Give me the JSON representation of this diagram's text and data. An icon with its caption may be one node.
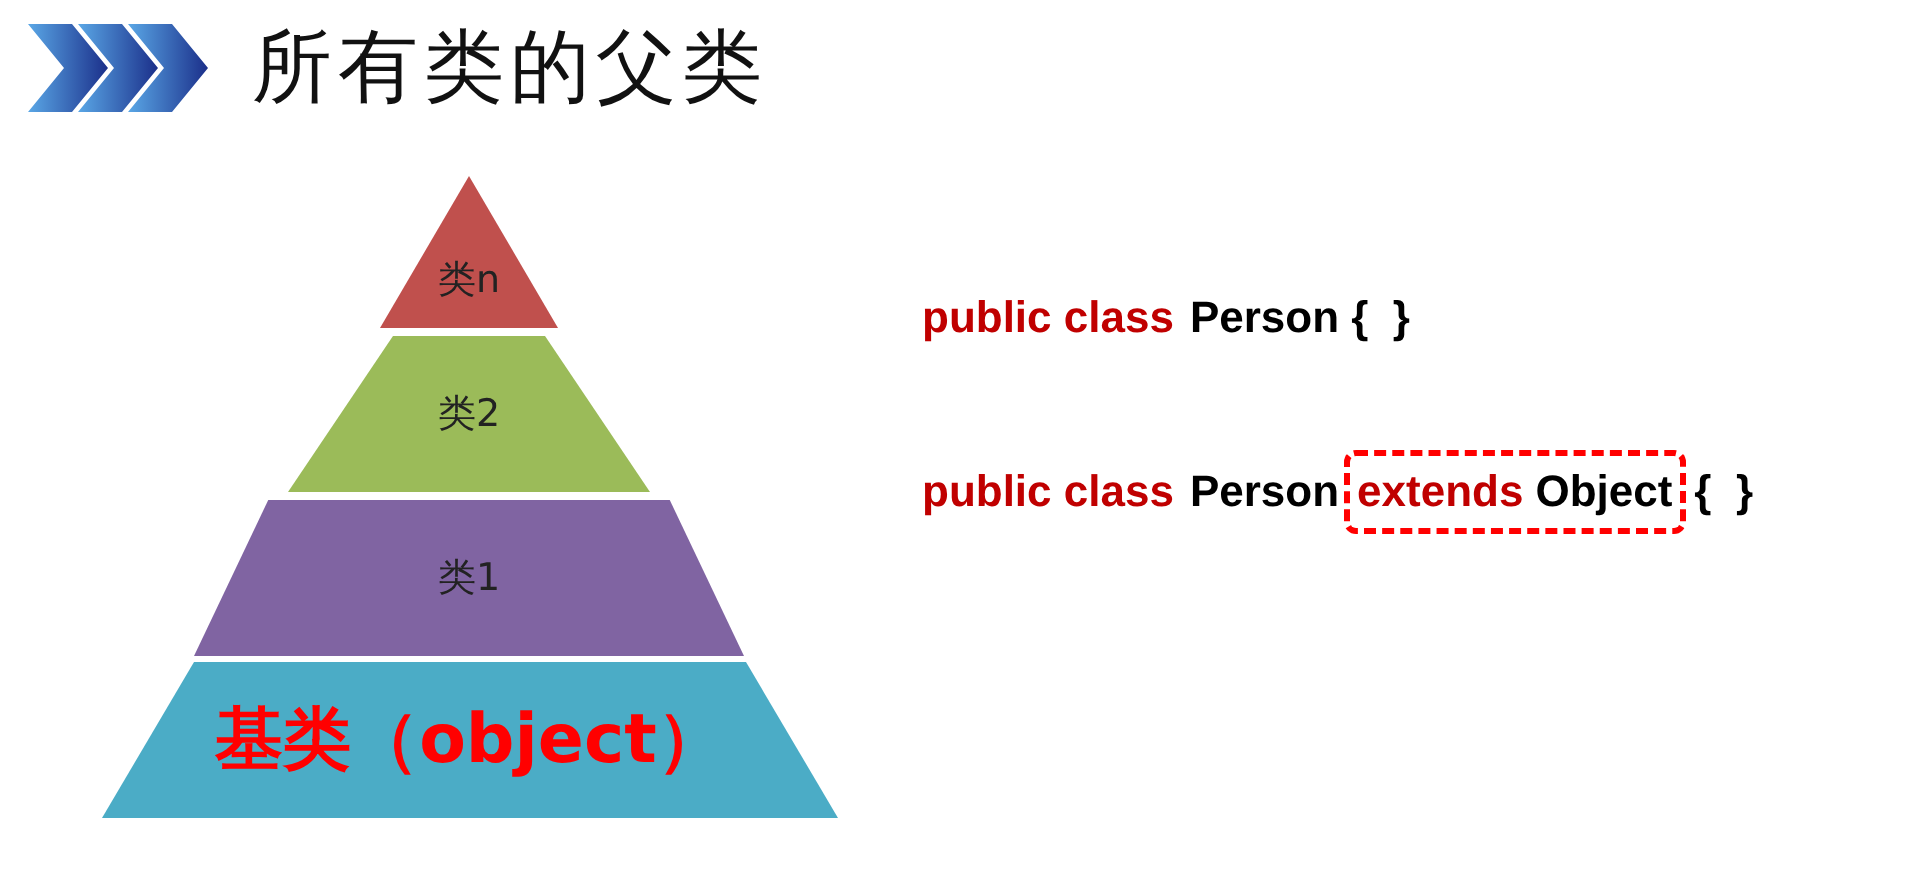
{
  "diagram": {
    "title": "所有类的父类",
    "nodes": [
      {
        "text": [
          "类n"
        ]
      },
      {
        "text": [
          "类2"
        ]
      },
      {
        "text": [
          "类1"
        ]
      },
      {
        "text": [
          "基类（object）"
        ]
      },
      {
        "text": [
          "extends",
          "Object"
        ]
      }
    ],
    "labels": [
      "public class",
      "Person {  }",
      "public class",
      "Person",
      "{  }"
    ]
  }
}
